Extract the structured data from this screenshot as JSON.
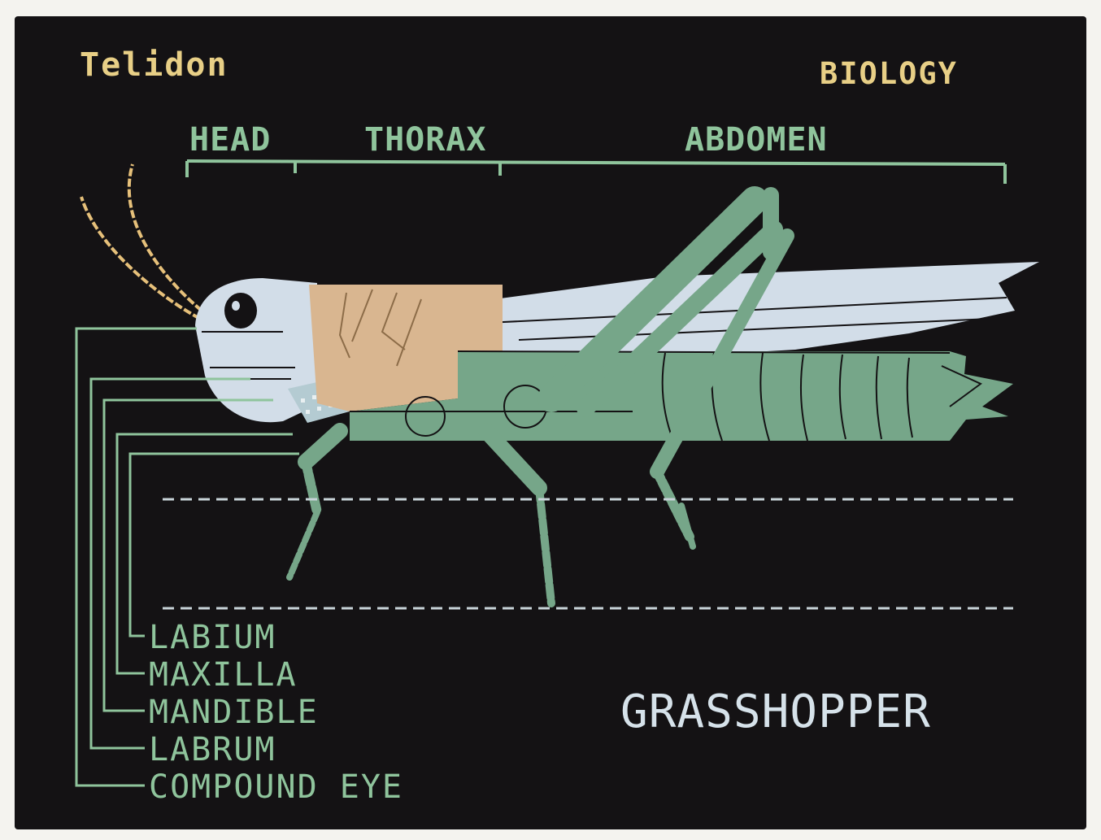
{
  "header": {
    "brand": "Telidon",
    "subject": "BIOLOGY"
  },
  "body_segments": [
    "HEAD",
    "THORAX",
    "ABDOMEN"
  ],
  "mouth_parts": [
    "LABIUM",
    "MAXILLA",
    "MANDIBLE",
    "LABRUM",
    "COMPOUND EYE"
  ],
  "species": "GRASSHOPPER",
  "colors": {
    "background": "#141214",
    "brand_text": "#e8cf86",
    "segment_text": "#8fc49c",
    "part_text": "#8fc49c",
    "species_text": "#d6e2ea",
    "antenna": "#e6c07a",
    "wing": "#d2dde8",
    "thorax_tan": "#d9b690",
    "body_green": "#76a689"
  },
  "icons": {
    "main_figure": "grasshopper-illustration"
  }
}
